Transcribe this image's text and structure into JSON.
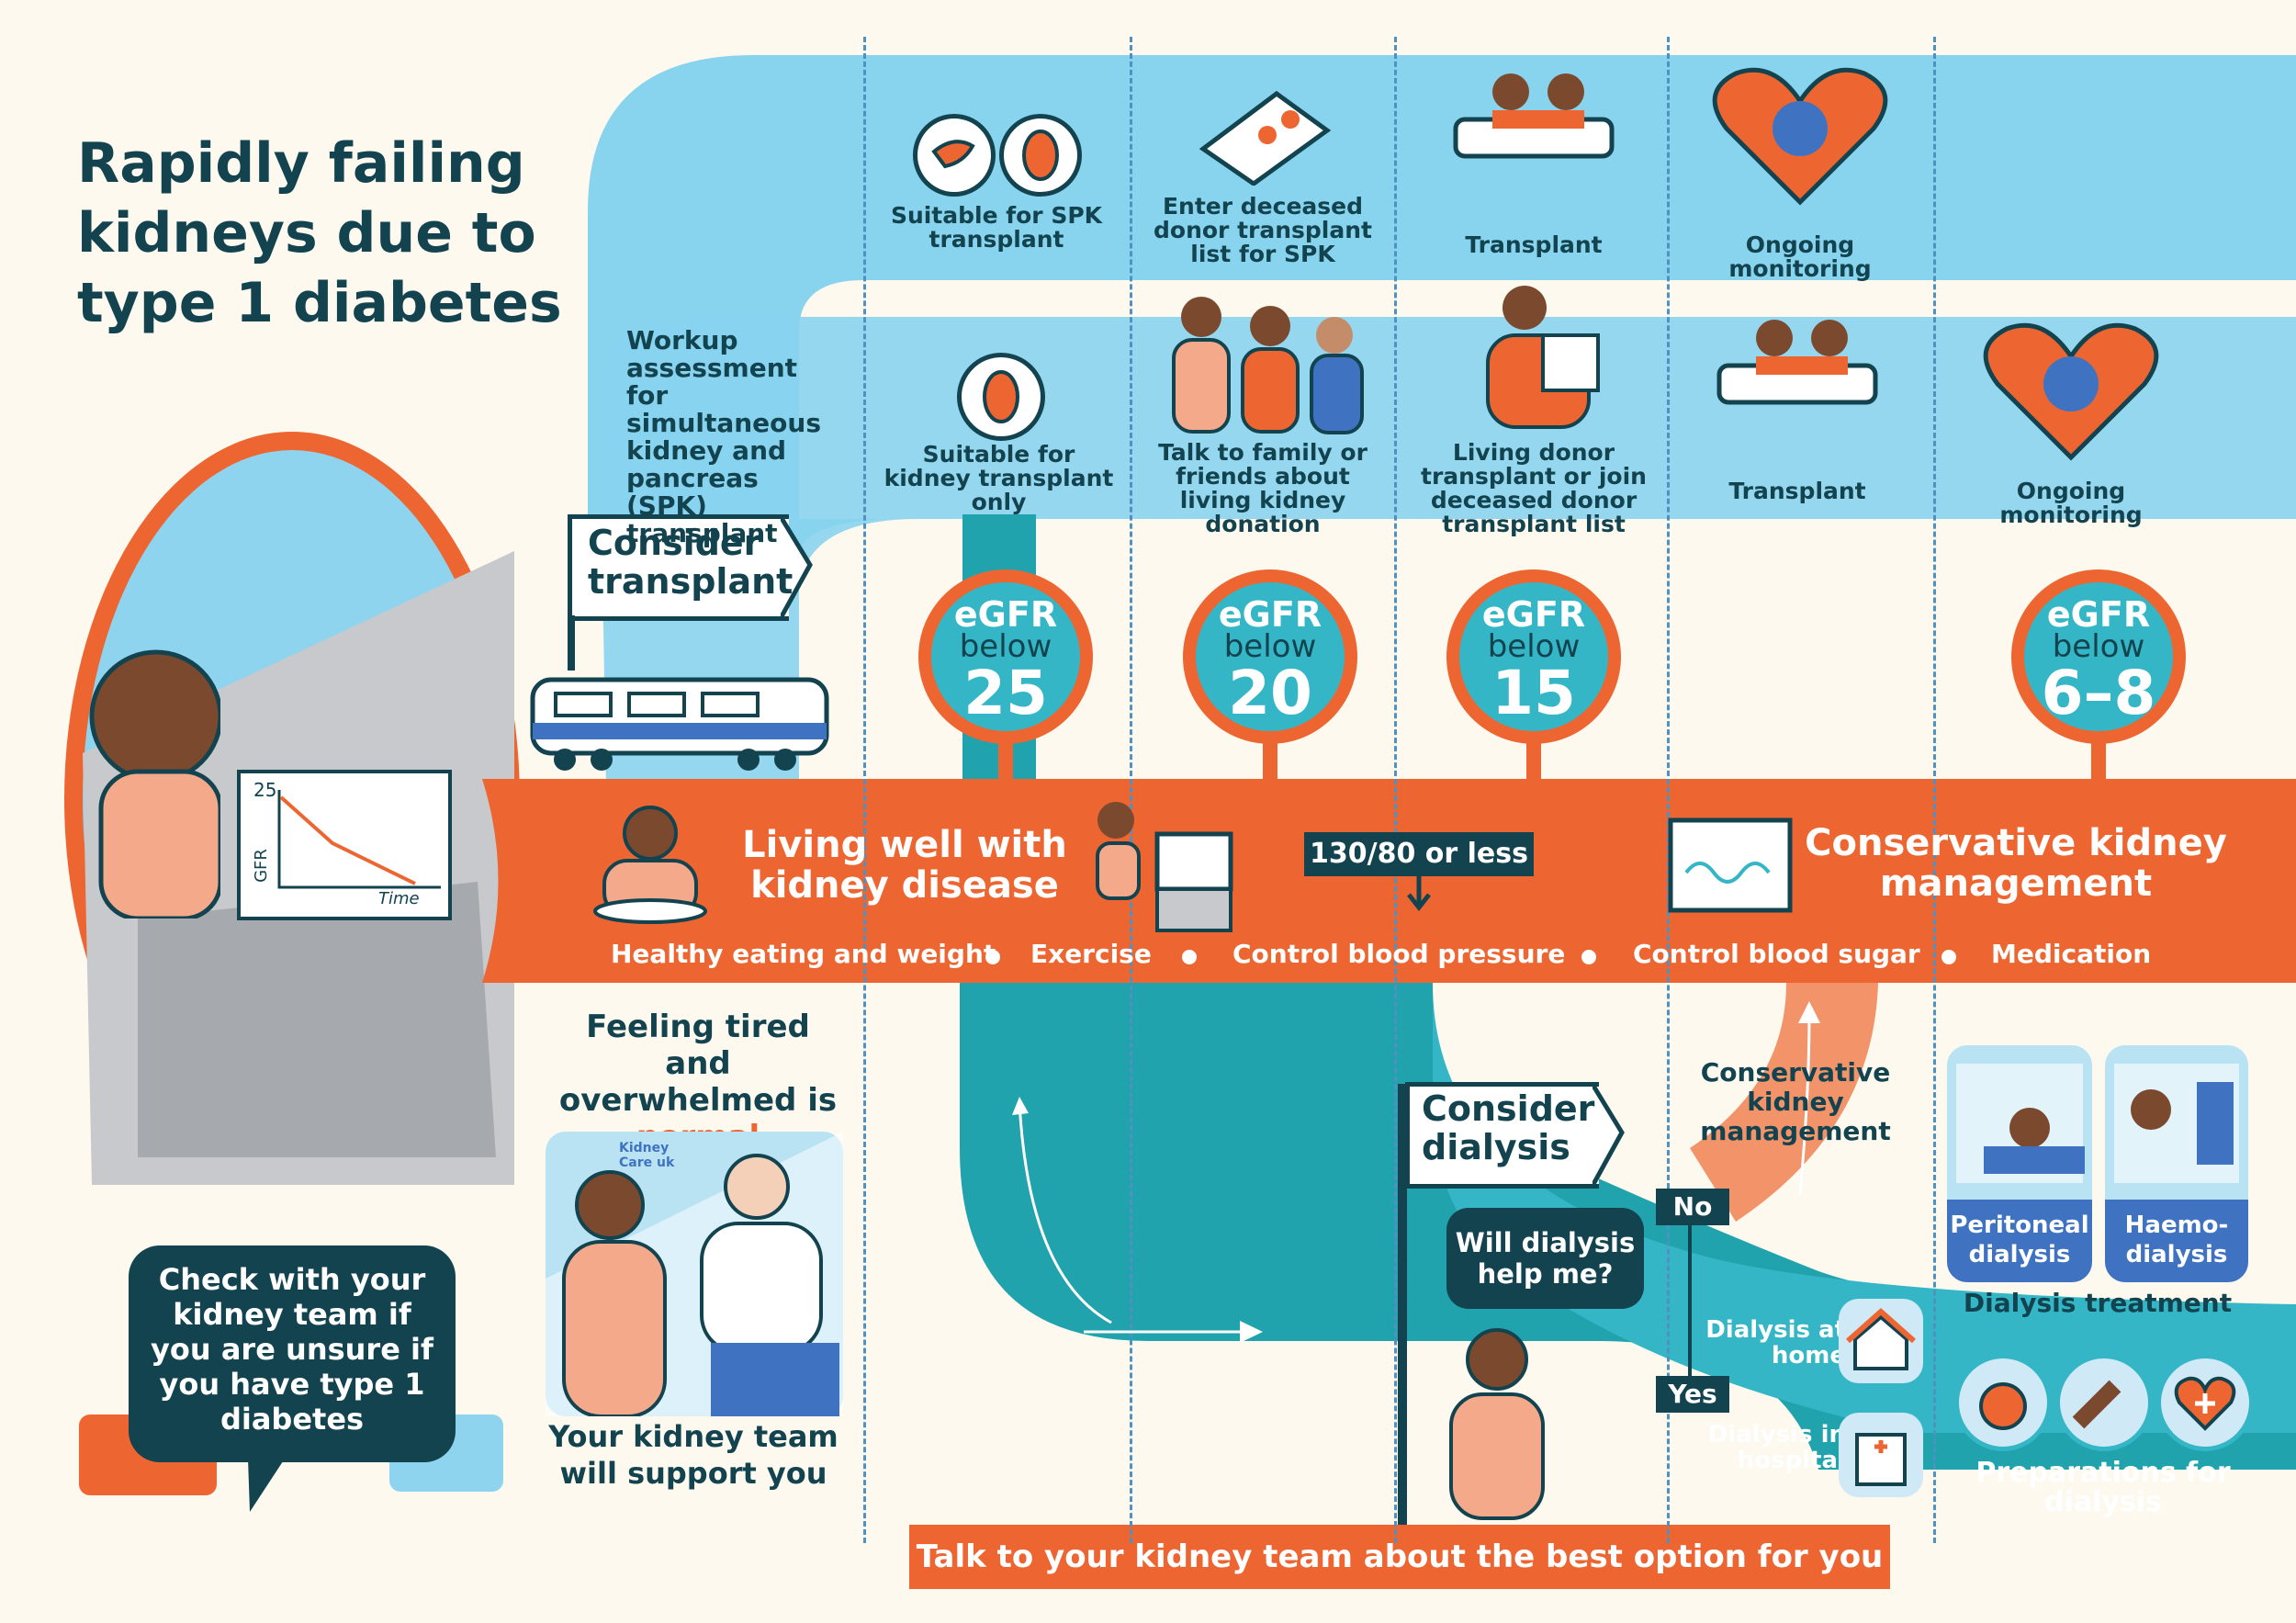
{
  "title": "Rapidly failing kidneys due to type 1 diabetes",
  "colors": {
    "background": "#fdf9ef",
    "light_blue": "#88d3ee",
    "orange": "#ed6631",
    "teal": "#34b6c6",
    "dark_teal": "#12434f"
  },
  "left": {
    "consider_transplant": "Consider transplant",
    "workup": "Workup assessment for simultaneous kidney and pancreas (SPK) transplant",
    "feeling_tired_1": "Feeling tired and overwhelmed is",
    "feeling_tired_2": "normal",
    "support": "Your kidney team will support you",
    "check_bubble": "Check with your kidney team if you are unsure if you have type 1 diabetes",
    "logo_text": "Kidney Care uk",
    "graph_y": "GFR",
    "graph_value": "25",
    "graph_x": "Time"
  },
  "spk_row": {
    "suitable": "Suitable for SPK transplant",
    "enter_list": "Enter deceased donor transplant list for SPK",
    "transplant": "Transplant",
    "monitoring": "Ongoing monitoring"
  },
  "kidney_row": {
    "suitable": "Suitable for kidney transplant only",
    "talk": "Talk to family or friends about living kidney donation",
    "living_donor": "Living donor transplant or join deceased donor transplant list",
    "transplant": "Transplant",
    "monitoring": "Ongoing monitoring"
  },
  "egfr": [
    {
      "label": "eGFR",
      "sub": "below",
      "value": "25"
    },
    {
      "label": "eGFR",
      "sub": "below",
      "value": "20"
    },
    {
      "label": "eGFR",
      "sub": "below",
      "value": "15"
    },
    {
      "label": "eGFR",
      "sub": "below",
      "value": "6–8"
    }
  ],
  "band": {
    "living_well": "Living well with kidney disease",
    "bp_badge": "130/80 or less",
    "ckm": "Conservative kidney management",
    "items": [
      "Healthy eating and weight",
      "Exercise",
      "Control blood pressure",
      "Control blood sugar",
      "Medication"
    ]
  },
  "dialysis": {
    "consider": "Consider dialysis",
    "question": "Will dialysis help me?",
    "no": "No",
    "yes": "Yes",
    "ckm": "Conservative kidney management",
    "home": "Dialysis at home",
    "hospital": "Dialysis in hospital",
    "peritoneal": "Peritoneal dialysis",
    "haemo": "Haemo-dialysis",
    "treatment": "Dialysis treatment",
    "preparations": "Preparations for dialysis"
  },
  "footer": "Talk to your kidney team about the best option for you",
  "icons": [
    "pancreas-icon",
    "kidney-icon",
    "clipboard-icon",
    "hospital-bed-icon",
    "heart-monitor-icon",
    "family-icon",
    "train-icon",
    "driver-icon",
    "exercise-icon",
    "meal-icon",
    "monitor-wave-icon",
    "house-icon",
    "hospital-icon",
    "apple-icon",
    "arm-icon",
    "heart-plus-icon",
    "bed-dialysis-icon",
    "haemodialysis-machine-icon",
    "thinking-person-icon",
    "phone-call-icon"
  ]
}
